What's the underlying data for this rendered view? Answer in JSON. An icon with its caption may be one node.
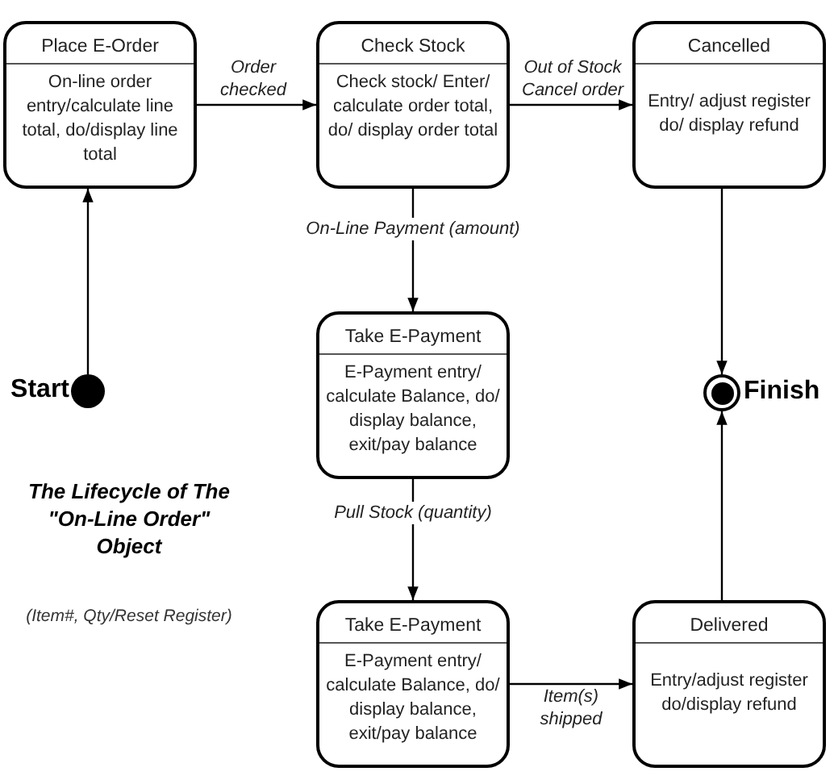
{
  "diagram": {
    "nodes": [
      {
        "text": [
          "Place E-Order",
          "On-line order entry/calculate line total, do/display line total"
        ]
      },
      {
        "text": [
          "Check Stock",
          "Check stock/ Enter/ calculate order total, do/ display order total"
        ]
      },
      {
        "text": [
          "Cancelled",
          "Entry/ adjust register do/ display refund"
        ]
      },
      {
        "text": [],
        "shape": "circle",
        "beside": [
          "Start"
        ]
      },
      {
        "text": [
          "Take E-Payment",
          "E-Payment entry/ calculate Balance, do/ display balance, exit/pay balance"
        ]
      },
      {
        "text": [],
        "shape": "circle",
        "beside": [
          "Finish"
        ]
      },
      {
        "text": [
          "Take E-Payment",
          "E-Payment entry/ calculate Balance, do/ display balance, exit/pay balance"
        ]
      },
      {
        "text": [
          "Delivered",
          "Entry/adjust register do/display refund"
        ]
      }
    ],
    "edges": [
      {
        "from": 3,
        "to": 0,
        "arrow": "to"
      },
      {
        "from": 0,
        "to": 1,
        "arrow": "to",
        "label": "Order checked"
      },
      {
        "from": 1,
        "to": 2,
        "arrow": "to",
        "label": "Out of Stock Cancel order"
      },
      {
        "from": 1,
        "to": 4,
        "arrow": "to",
        "label": "On-Line Payment (amount)"
      },
      {
        "from": 2,
        "to": 5,
        "arrow": "to"
      },
      {
        "from": 4,
        "to": 6,
        "arrow": "to",
        "label": "Pull Stock (quantity)"
      },
      {
        "from": 6,
        "to": 7,
        "arrow": "to",
        "label": "Item(s) shipped"
      },
      {
        "from": 7,
        "to": 5,
        "arrow": "to"
      }
    ],
    "title": "The Lifecycle of The \"On-Line Order\" Object",
    "labels": [
      "(Item#, Qty/Reset Register)"
    ]
  }
}
